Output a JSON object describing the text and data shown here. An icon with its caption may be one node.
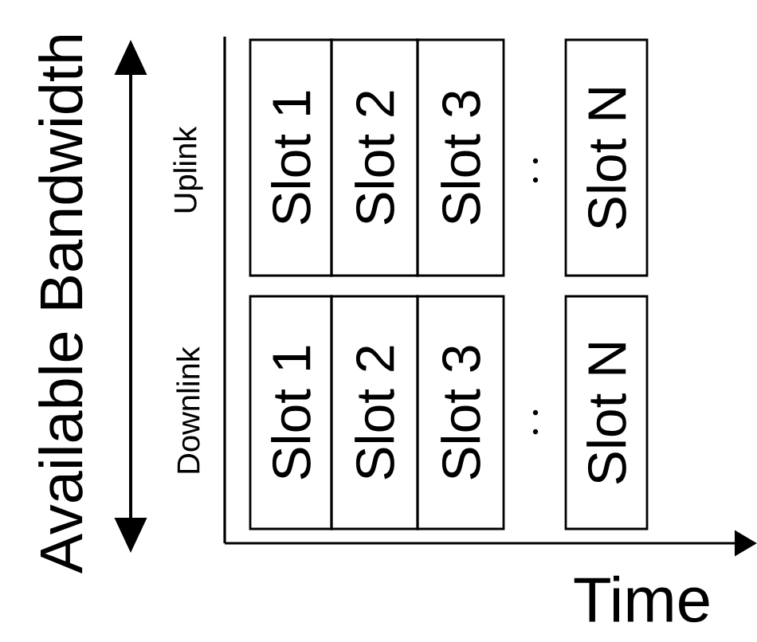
{
  "diagram": {
    "nodes": [
      {
        "text": [
          "Slot 1"
        ]
      },
      {
        "text": [
          "Slot 2"
        ]
      },
      {
        "text": [
          "Slot 3"
        ]
      },
      {
        "text": [
          "Slot N"
        ]
      },
      {
        "text": [
          "Slot 1"
        ]
      },
      {
        "text": [
          "Slot 2"
        ]
      },
      {
        "text": [
          "Slot 3"
        ]
      },
      {
        "text": [
          "Slot N"
        ]
      }
    ],
    "labels": [
      "Available Bandwidth",
      "Uplink",
      "Downlink",
      "Time"
    ]
  }
}
